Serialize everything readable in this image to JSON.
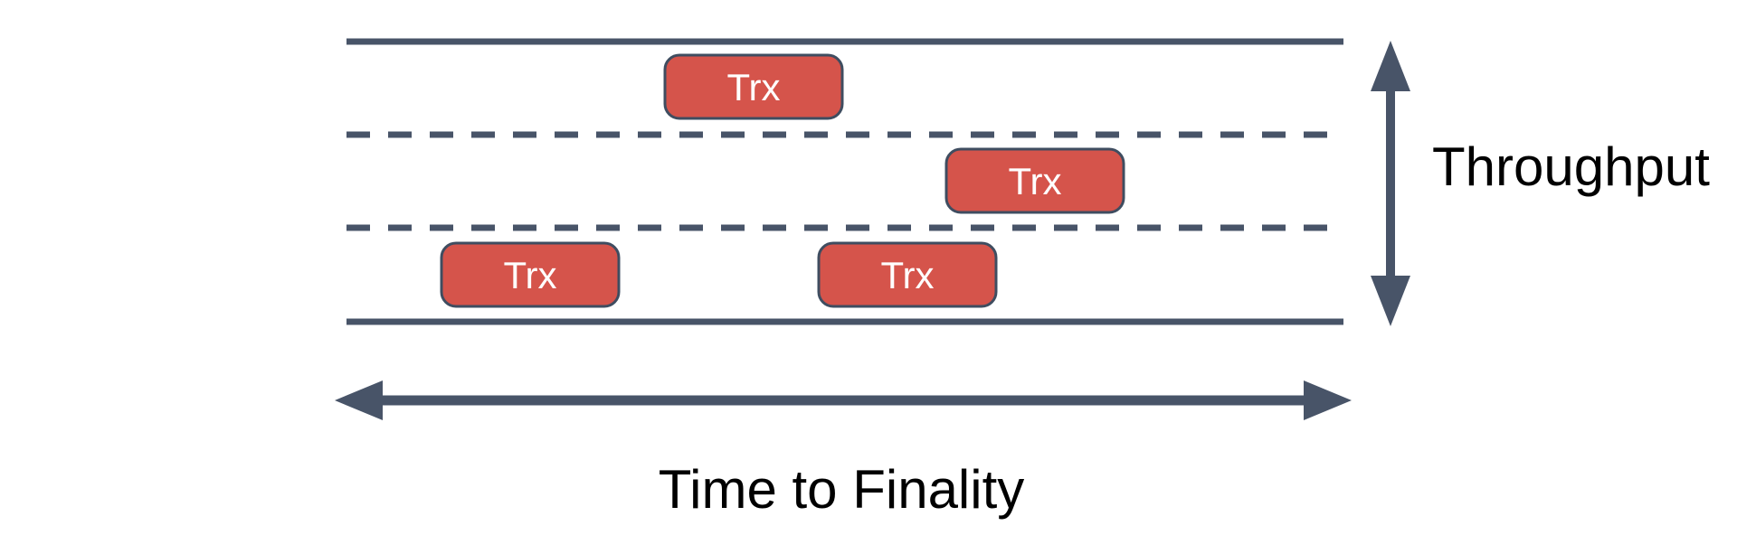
{
  "figure": {
    "description": "Three-lane road diagram with transaction boxes, vertical throughput arrow and horizontal time-to-finality arrow",
    "lane_count": 3
  },
  "labels": {
    "throughput": "Throughput",
    "time_to_finality": "Time to Finality"
  },
  "transactions": [
    {
      "label": "Trx",
      "lane": "top"
    },
    {
      "label": "Trx",
      "lane": "middle"
    },
    {
      "label": "Trx",
      "lane": "bottom"
    },
    {
      "label": "Trx",
      "lane": "bottom"
    }
  ],
  "colors": {
    "background": "#FFFFFF",
    "road_line": "#485468",
    "arrow": "#485468",
    "box_fill": "#D5544B",
    "box_border": "#3F4D60",
    "box_text": "#FFFFFF",
    "label_text": "#000000"
  }
}
